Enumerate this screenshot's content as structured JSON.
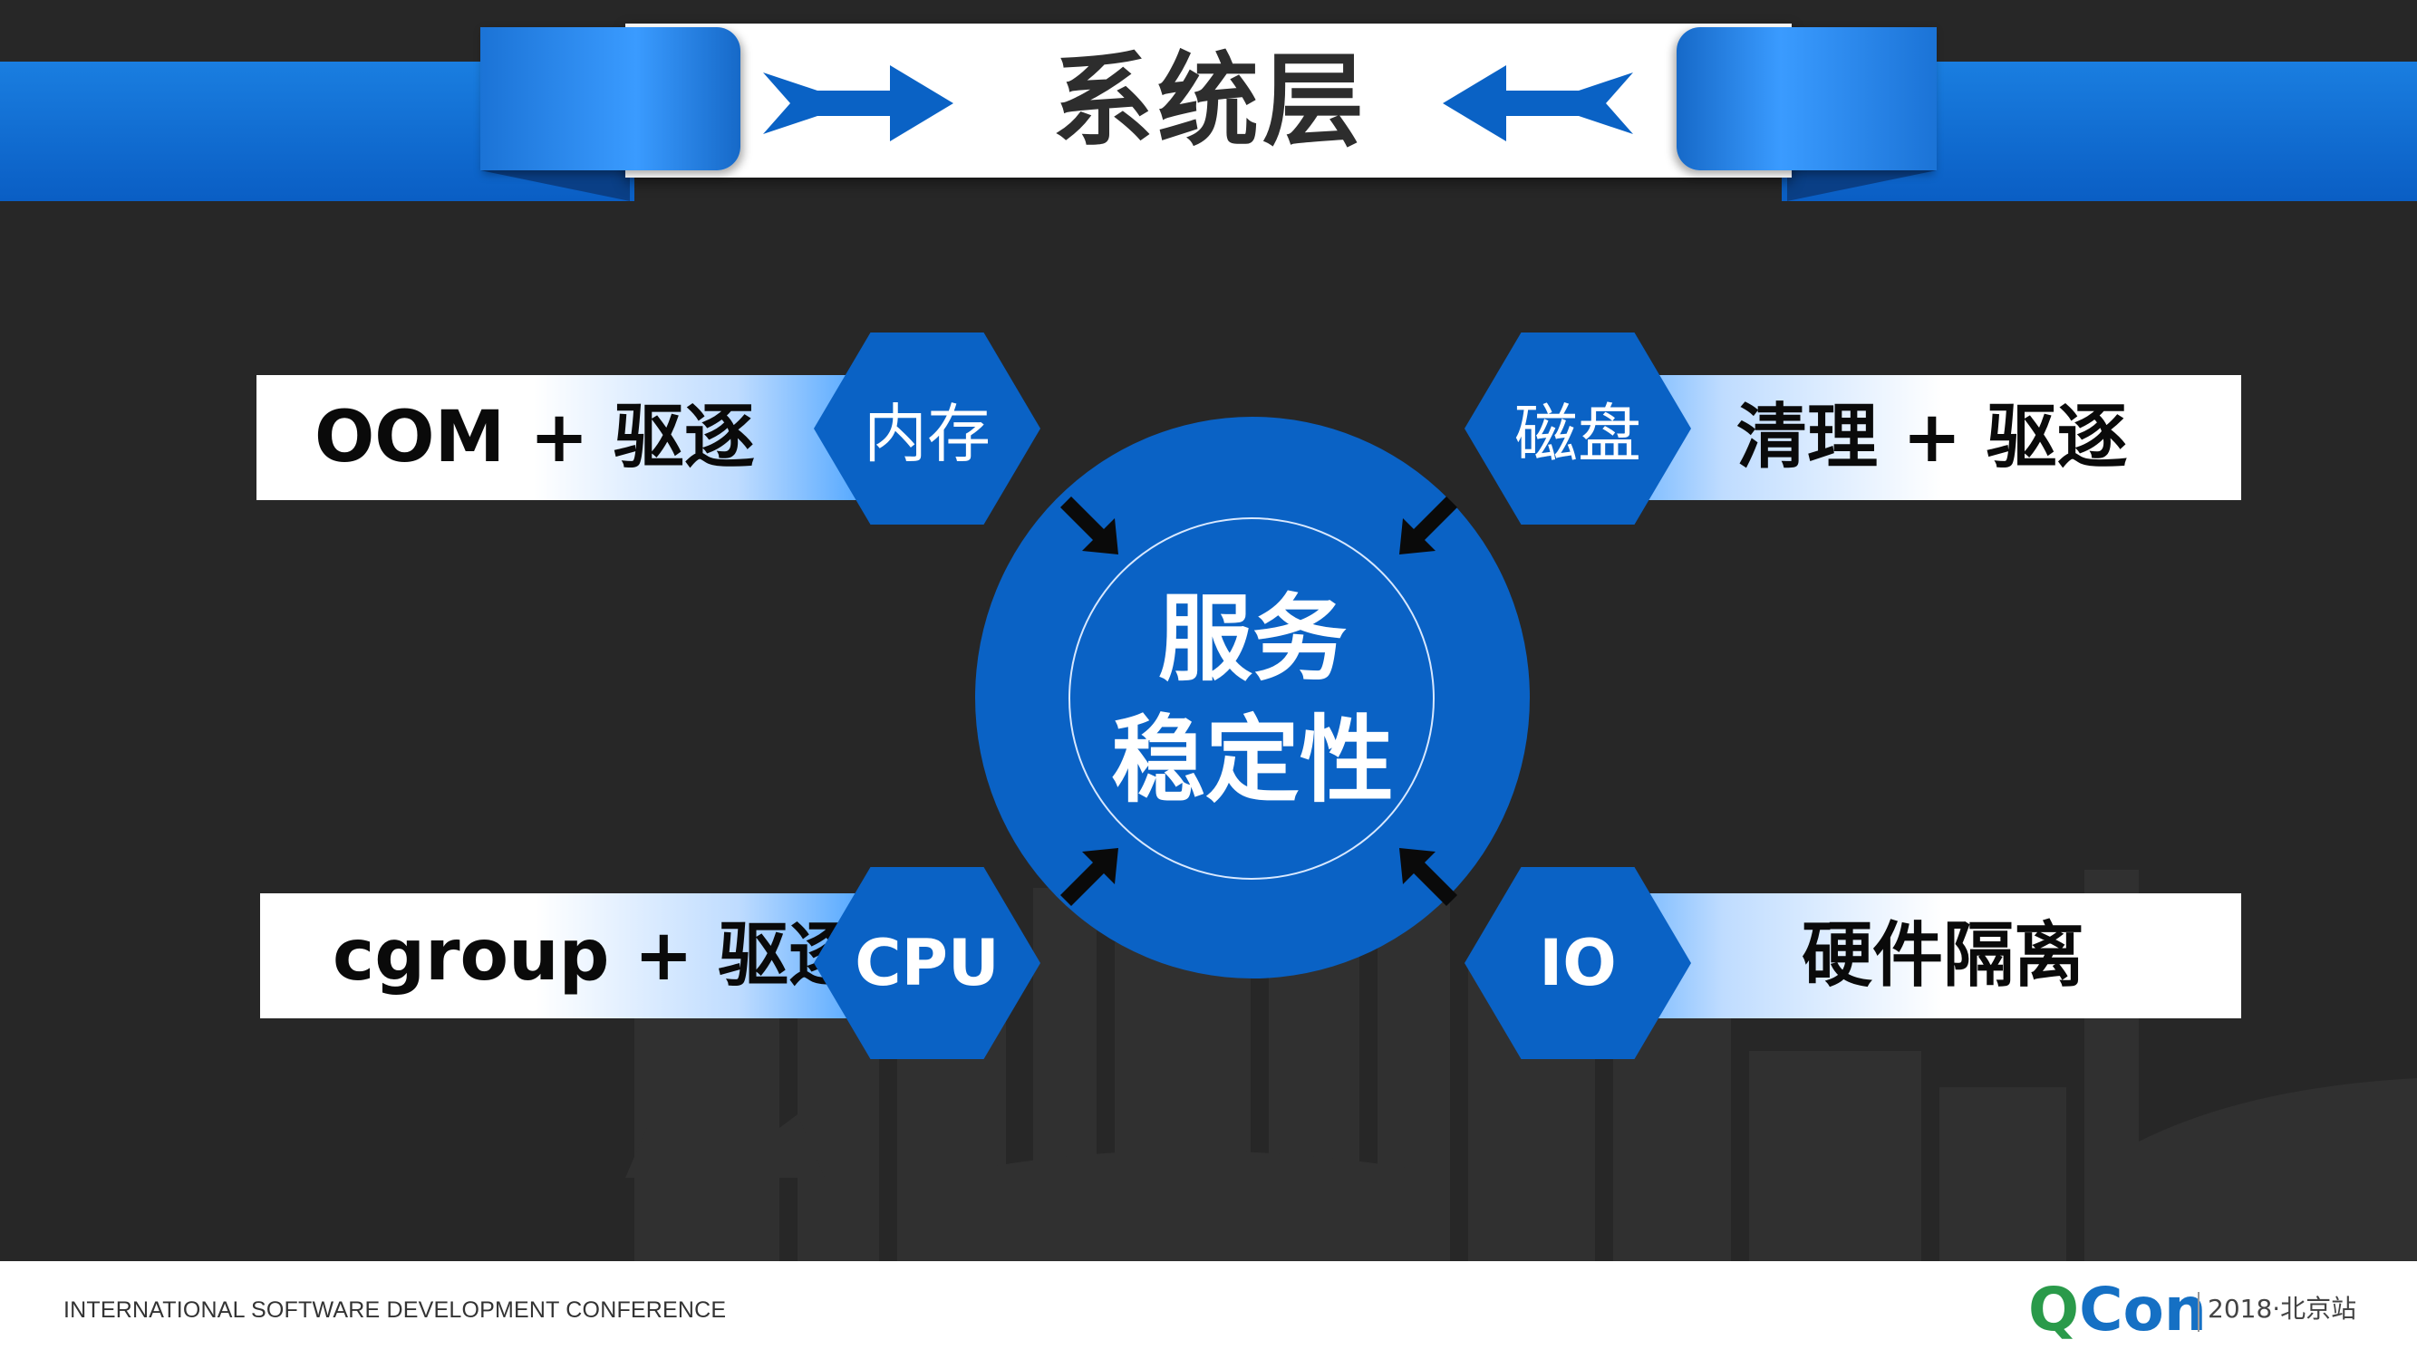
{
  "title": "系统层",
  "center": {
    "line1": "服务",
    "line2": "稳定性"
  },
  "items": {
    "memory": {
      "hex_label": "内存",
      "bar_text": "OOM + 驱逐"
    },
    "disk": {
      "hex_label": "磁盘",
      "bar_text": "清理 + 驱逐"
    },
    "cpu": {
      "hex_label": "CPU",
      "bar_text": "cgroup + 驱逐"
    },
    "io": {
      "hex_label": "IO",
      "bar_text": "硬件隔离"
    }
  },
  "footer": {
    "conference": "INTERNATIONAL SOFTWARE DEVELOPMENT CONFERENCE",
    "logo_q": "Q",
    "logo_rest": "Con",
    "event": "2018·北京站"
  },
  "colors": {
    "background": "#272727",
    "primary_blue": "#0a62c5",
    "accent_blue": "#3a9bff",
    "logo_green": "#2a9a4a",
    "logo_blue": "#1570c4"
  }
}
